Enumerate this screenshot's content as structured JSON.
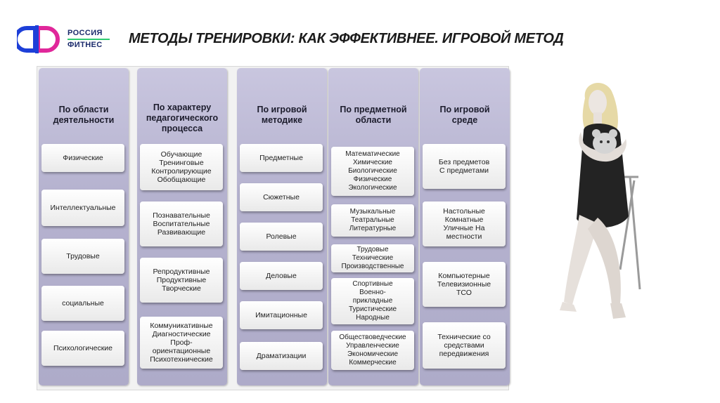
{
  "brand": {
    "line1": "РОССИЯ",
    "line2": "ФИТНЕС",
    "colors": {
      "blue": "#1d3fd8",
      "magenta": "#e0279a",
      "green": "#2ecc71"
    }
  },
  "title": "МЕТОДЫ ТРЕНИРОВКИ: КАК ЭФФЕКТИВНЕЕ. ИГРОВОЙ МЕТОД",
  "columns": [
    {
      "header": "По области\nдеятельности",
      "items": [
        "Физические",
        "Интеллектуальные",
        "Трудовые",
        "социальные",
        "Психологические"
      ]
    },
    {
      "header": "По характеру\nпедагогического\nпроцесса",
      "items": [
        "Обучающие\nТренинговые\nКонтролирующие\nОбобщающие",
        "Познавательные\nВоспитательные\nРазвивающие",
        "Репродуктивные\nПродуктивные\nТворческие",
        "Коммуникативные\nДиагностические\nПроф-\nориентационные\nПсихотехнические"
      ]
    },
    {
      "header": "По игровой\nметодике",
      "items": [
        "Предметные",
        "Сюжетные",
        "Ролевые",
        "Деловые",
        "Имитационные",
        "Драматизации"
      ]
    },
    {
      "header": "По предметной\nобласти",
      "items": [
        "Математические\nХимические\nБиологические\nФизические\nЭкологические",
        "Музыкальные\nТеатральные\nЛитературные",
        "Трудовые\nТехнические\nПроизводственные",
        "Спортивные\nВоенно-\nприкладные\nТуристические\nНародные",
        "Обществоведческие\nУправленческие\nЭкономические\nКоммерческие"
      ]
    },
    {
      "header": "По игровой\nсреде",
      "items": [
        "Без предметов\nС предметами",
        "Настольные\nКомнатные\nУличные На\nместности",
        "Компьютерные\nТелевизионные\nТСО",
        "Технические со\nсредствами\nпередвижения"
      ]
    }
  ]
}
